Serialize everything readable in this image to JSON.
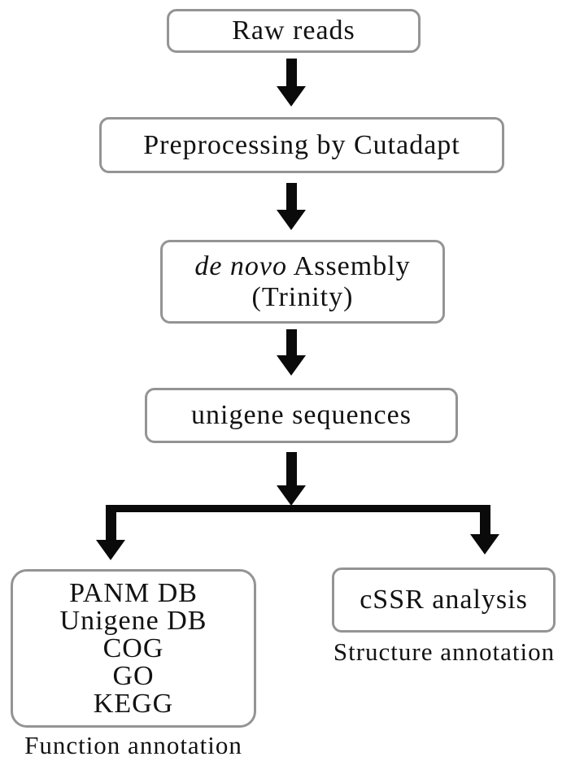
{
  "flowchart": {
    "nodes": {
      "raw_reads": {
        "label": "Raw reads"
      },
      "preprocessing": {
        "label": "Preprocessing by Cutadapt"
      },
      "assembly": {
        "line1_italic": "de novo",
        "line1_rest": " Assembly",
        "line2": "(Trinity)"
      },
      "unigene": {
        "label": "unigene sequences"
      },
      "function_annotation": {
        "lines": [
          "PANM DB",
          "Unigene DB",
          "COG",
          "GO",
          "KEGG"
        ],
        "caption": "Function annotation"
      },
      "structure_annotation": {
        "label": "cSSR analysis",
        "caption": "Structure annotation"
      }
    },
    "colors": {
      "box_border": "#949494",
      "arrow": "#0a0a0a",
      "text": "#121212",
      "background": "#ffffff"
    }
  }
}
